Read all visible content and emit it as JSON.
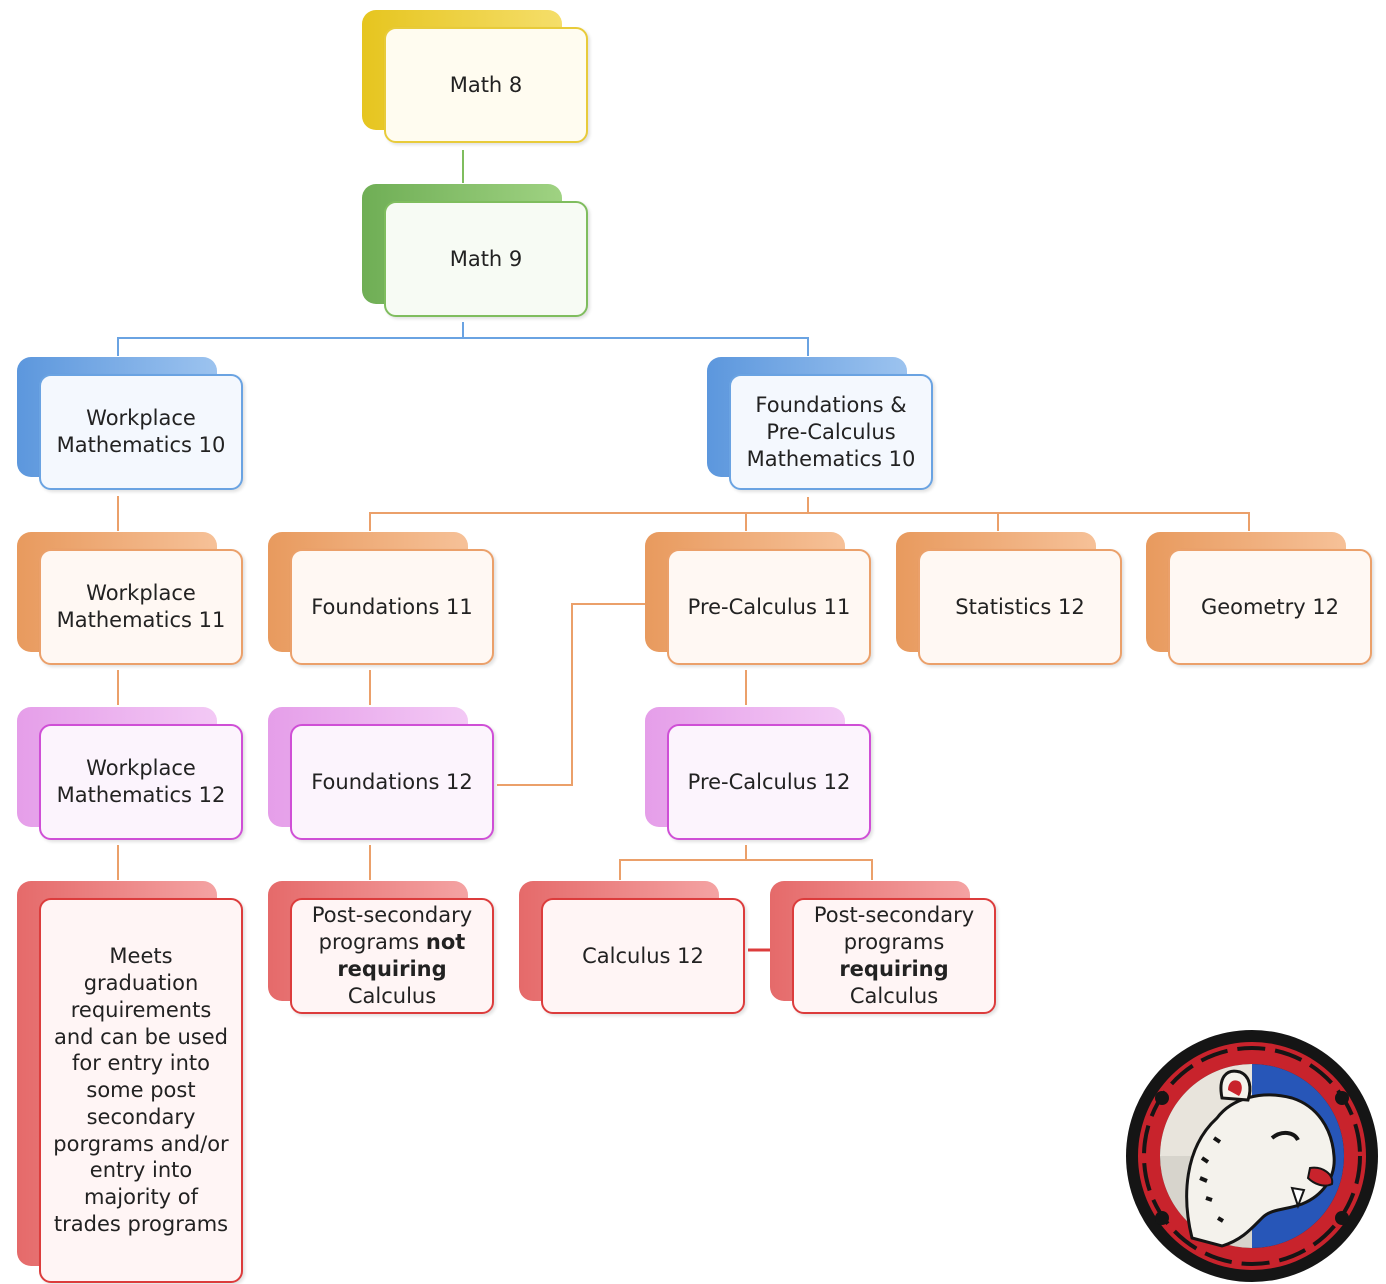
{
  "nodes": {
    "math8": "Math 8",
    "math9": "Math 9",
    "workplace10": "Workplace Mathematics 10",
    "fpc10": "Foundations & Pre-Calculus Mathematics 10",
    "workplace11": "Workplace Mathematics 11",
    "foundations11": "Foundations 11",
    "precalc11": "Pre-Calculus 11",
    "statistics12": "Statistics 12",
    "geometry12": "Geometry 12",
    "workplace12": "Workplace Mathematics 12",
    "foundations12": "Foundations 12",
    "precalc12": "Pre-Calculus 12",
    "calculus12": "Calculus 12",
    "workplace_outcome": "Meets graduation requirements and can be used for entry into some post secondary porgrams and/or entry into majority of trades programs",
    "ps_not_req": {
      "a": "Post-secondary programs ",
      "b": "not",
      "c": " ",
      "d": "requiring",
      "e": " Calculus"
    },
    "ps_req": {
      "a": "Post-secondary programs ",
      "b": "requiring",
      "c": " Calculus"
    }
  },
  "colors": {
    "yellow": "#e8cb3a",
    "green": "#7fbd5e",
    "blue": "#6aa3e2",
    "orange": "#eba06a",
    "purple": "#cf4fd6",
    "red": "#dc3c3c"
  },
  "icons": [
    "school-crest-logo"
  ]
}
